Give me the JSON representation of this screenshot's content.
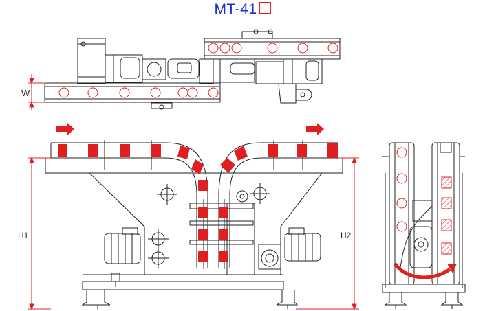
{
  "title": {
    "text": "MT-41"
  },
  "labels": {
    "w": "W",
    "h1": "H1",
    "h2": "H2"
  },
  "colors": {
    "title": "#1a2fcc",
    "accent": "#e02020",
    "line": "#222222",
    "dim": "#e02020"
  }
}
